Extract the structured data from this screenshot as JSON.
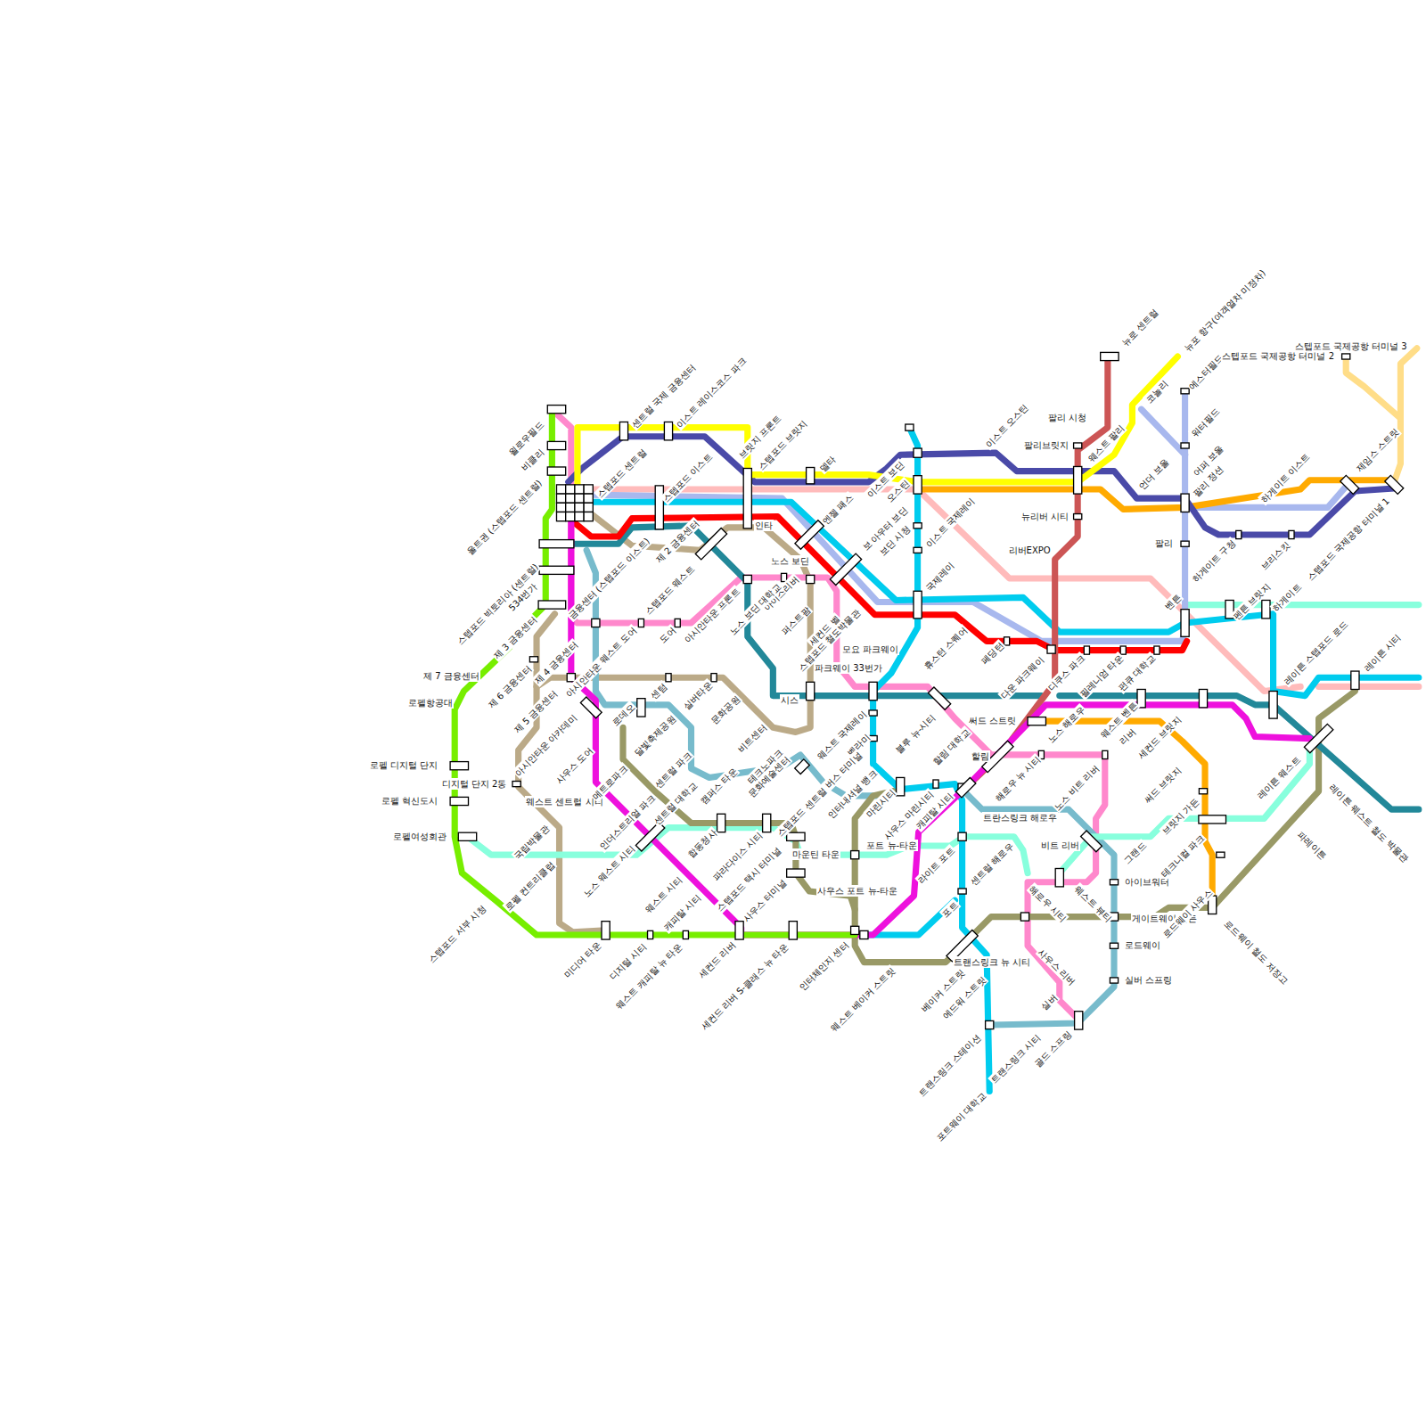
{
  "diagram": {
    "labels": [
      "욀로우필드",
      "비클리",
      "울트권 (스텝포드 센트럴)",
      "스텝포드 빅토리아 (센트럴)",
      "534번가",
      "제 3 금융센터",
      "제 7 금융센터",
      "제 6 금융센터",
      "로펠항공대",
      "제 4 금융센터",
      "금융센터 (스텝포드 이스트)",
      "제 5 금융센터",
      "아시안타운 웨스트 도어",
      "아시안타운 아카데미",
      "로펠 디지털 단지",
      "디지털 단지 2동",
      "로펠 혁신도시",
      "로펠여성회관",
      "사우스 도어",
      "웨스트 센트럴 시티",
      "국립박물관",
      "로펠 컨트리클럽",
      "스텝포드 서부 시청",
      "미디어 타운",
      "디지털 시티",
      "웨스트 캐피탈 뉴 타운",
      "세컨드 리버",
      "세컨드 리버 S-클래스 뉴 타운",
      "인터체인지 센터",
      "웨스트 베이커 스트릿",
      "베이커 스트릿",
      "에드워 스트릿",
      "트랜스링크 스테이션",
      "포트웨이 대학교",
      "트랜스링크 시티",
      "골드 스프링",
      "실버",
      "사우스 리버",
      "트랜스링크 뉴 시티",
      "아이브워터",
      "게이트웨이 가든",
      "로드웨이",
      "실버 스프링",
      "로드웨이 철도 저장고",
      "로드웨이 사우스",
      "테크니컬 파크",
      "브릿지 가든",
      "그랜드",
      "써드 브릿지",
      "세컨드 브릿지",
      "비트 리버",
      "노스 비트 리버",
      "트란스링크 해로우",
      "해로우 뉴 시티",
      "해로우 시티",
      "웨스트 뷰티",
      "센트럴 해로우",
      "라이트 포트",
      "포트",
      "캐피탈 시티",
      "사우스 마린시티",
      "마린시티",
      "인터내셔널 뱅크",
      "벨라미",
      "웨스트 국제레이",
      "블루 뉴-시티",
      "할림 대학교",
      "할림",
      "써드 스트릿",
      "휴스턴 스퀘어",
      "페딩턴",
      "다운 파크웨이",
      "디쿠스 파크",
      "필레니엄 타운",
      "펀큐 대학교",
      "웨스트 벤튼",
      "리버",
      "노스 해로우",
      "모요 파크웨이",
      "파크웨이 33번가",
      "세컨드 벨",
      "스텝포드 철도박물관",
      "퍼스트팜",
      "아이스리버",
      "노스 보딘 대학교",
      "아시안타운 프론트",
      "도어",
      "스텝포드 웨스트",
      "제 2 금융센터",
      "스텝포드 이스트",
      "스텝포드 센트럴",
      "센트럴 국제 금융센터",
      "이스트 레이스코스 파크",
      "브릿지 프론트",
      "스텝포드 브릿지",
      "델타",
      "인타",
      "엔젤 패스",
      "노스 보딘",
      "보딘",
      "아우터 보딘",
      "이스트 보딘",
      "오스틴",
      "보딘 시청",
      "이스트 국제레이",
      "국제레이",
      "이스트 오스틴",
      "팔리 시청",
      "팔리브릿지",
      "뉴리버 시티",
      "리버EXPO",
      "팔리",
      "웨스트 팔리",
      "뉴로 센트럴",
      "뉴포 항구(여객열차 미정차)",
      "코놀리",
      "에스터필드",
      "워터필드",
      "어퍼 보울",
      "언더 보울",
      "팔리 정션",
      "하게이트 이스트",
      "하게이트 구청",
      "브리스킷",
      "펜튼 브릿지",
      "하게이트",
      "제임스 스트릿",
      "스텝포드 국제공항 터미널 1",
      "스텝포드 국제공항 터미널 2",
      "스텝포드 국제공항 터미널 3",
      "벤튼",
      "레이튼 시티",
      "레이튼 스텝포드 로드",
      "레이튼 웨스트",
      "레이튼 웨스트 철도 박물관",
      "파레이튼",
      "시스",
      "센텀",
      "실버타운",
      "문화공원",
      "비트센터",
      "테크노파크",
      "로데오",
      "달빛축제공원",
      "센트럴 파크",
      "캠퍼스 타운",
      "문화예술센터",
      "스텝포드 센트럴 버스 터미널",
      "메트로파크",
      "인더스트리얼 파크",
      "센트럴 대학교",
      "노스 웨스트 시티",
      "웨스트 시티",
      "캐피탈 시티",
      "합동청사",
      "파라다이스 시티",
      "스텝포드 택시 터미널",
      "사우스 터미널",
      "마운틴 타운",
      "포트 뉴-타운",
      "사우스 포트 뉴-타운"
    ]
  }
}
